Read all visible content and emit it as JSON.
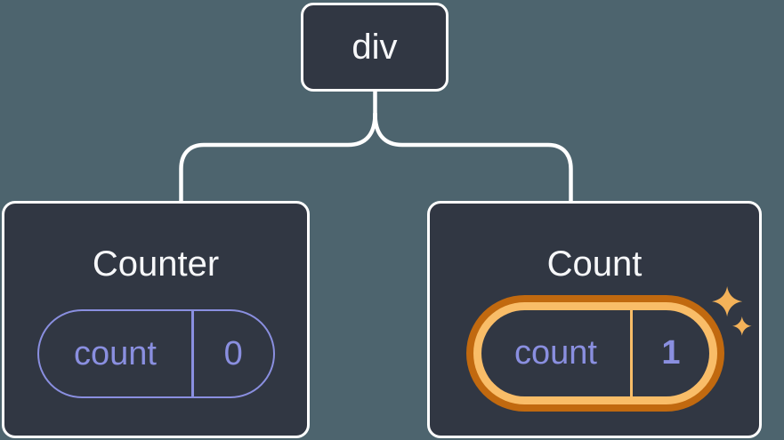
{
  "diagram": {
    "description": "Component tree with state",
    "root": {
      "label": "div"
    },
    "children": [
      {
        "title": "Counter",
        "state": {
          "key": "count",
          "value": "0"
        },
        "highlighted": false
      },
      {
        "title": "Count",
        "state": {
          "key": "count",
          "value": "1"
        },
        "highlighted": true
      }
    ]
  },
  "icons": {
    "highlight": "sparkles-icon"
  },
  "colors": {
    "background": "#4d646e",
    "card_fill": "#313743",
    "card_border": "#ffffff",
    "connector": "#ffffff",
    "title_text": "#f6f7f9",
    "state_accent": "#8a8fe0",
    "highlight_ring_outer": "#c1690f",
    "highlight_ring_inner": "#f9bd68",
    "sparkle": "#f4b259"
  }
}
